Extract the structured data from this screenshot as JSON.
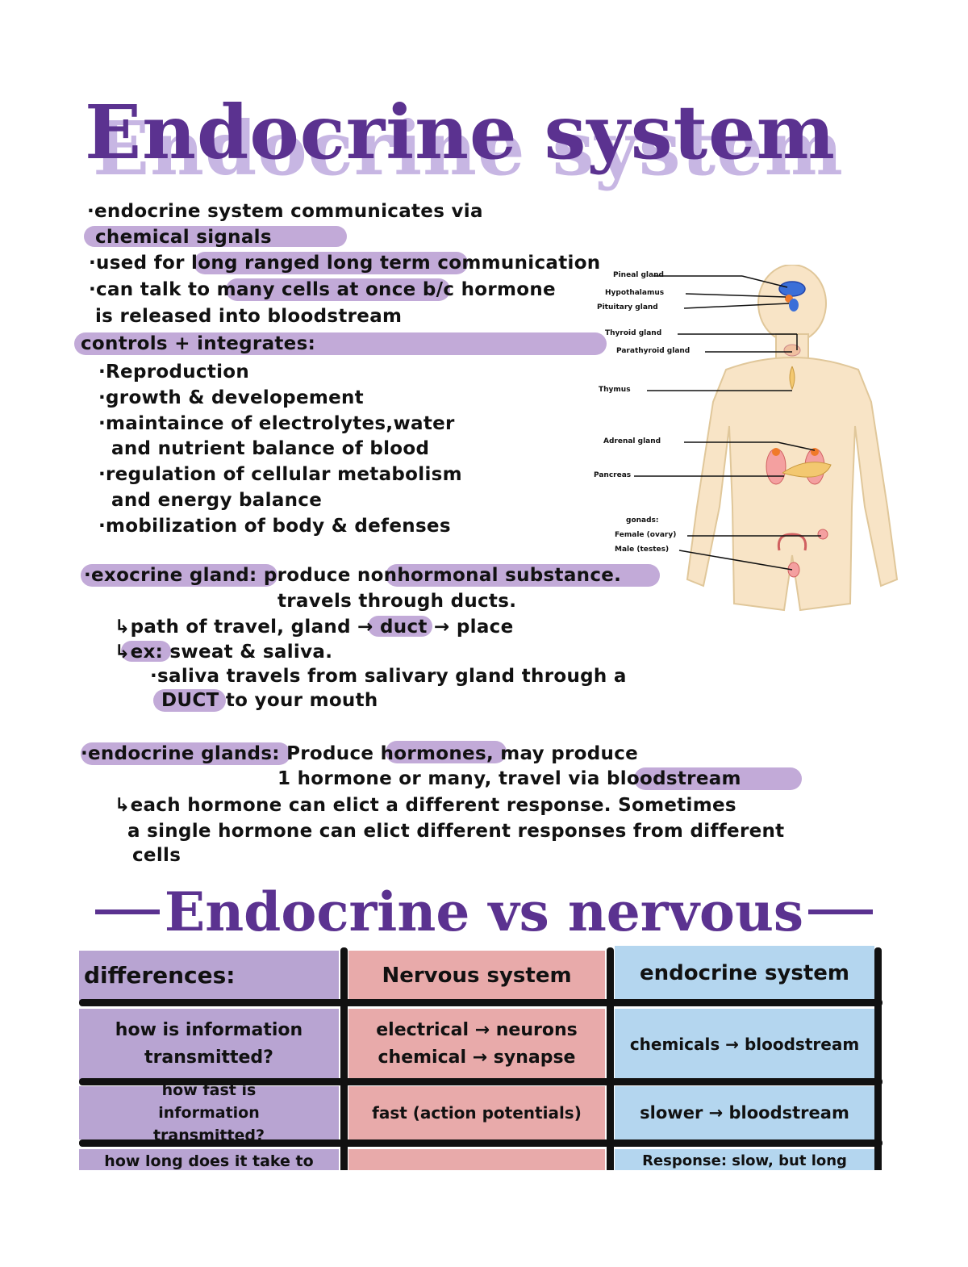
{
  "title": "Endocrine system",
  "notes": {
    "l1": "·endocrine system communicates via",
    "l2": "chemical signals",
    "l3": "·used for long ranged long term communication",
    "l4": "·can talk to many cells at once b/c hormone",
    "l5": "is released into bloodstream",
    "l6": "controls + integrates:",
    "l7": "·Reproduction",
    "l8": "·growth & developement",
    "l9": "·maintaince of electrolytes,water",
    "l10": "and nutrient balance of blood",
    "l11": "·regulation of cellular metabolism",
    "l12": "and energy balance",
    "l13": "·mobilization of body & defenses",
    "l14": "·exocrine gland: produce nonhormonal substance.",
    "l15": "travels through ducts.",
    "l16": "↳path of travel, gland → duct → place",
    "l17": "↳ex: sweat & saliva.",
    "l18": "·saliva travels from salivary gland through a",
    "l19": "DUCT to your mouth",
    "l20": "·endocrine glands: Produce hormones, may produce",
    "l21": "1 hormone or many, travel via bloodstream",
    "l22": "↳each hormone can elict a different response. Sometimes",
    "l23": "a single hormone can elict different responses from different",
    "l24": "cells"
  },
  "diagram": {
    "labels": {
      "pineal": "Pineal gland",
      "hypothalamus": "Hypothalamus",
      "pituitary": "Pituitary gland",
      "thyroid": "Thyroid gland",
      "parathyroid": "Parathyroid gland",
      "thymus": "Thymus",
      "adrenal": "Adrenal gland",
      "pancreas": "Pancreas",
      "gonads": "gonads:",
      "female": "Female (ovary)",
      "male": "Male (testes)"
    }
  },
  "section_title": "Endocrine vs nervous",
  "table": {
    "headers": [
      "differences:",
      "Nervous system",
      "endocrine system"
    ],
    "rows": [
      [
        "how is information transmitted?",
        "electrical → neurons chemical → synapse",
        "chemicals → bloodstream"
      ],
      [
        "how fast is information transmitted?",
        "fast (action potentials)",
        "slower → bloodstream"
      ],
      [
        "how long does it take to",
        "",
        "Response: slow, but long"
      ]
    ]
  },
  "colors": {
    "title": "#5b3290",
    "title_shadow": "#c7b6e3",
    "highlight": "#c2aad8",
    "purple_col": "#b8a4d2",
    "pink_col": "#e8aaaa",
    "blue_col": "#b4d6ef"
  }
}
